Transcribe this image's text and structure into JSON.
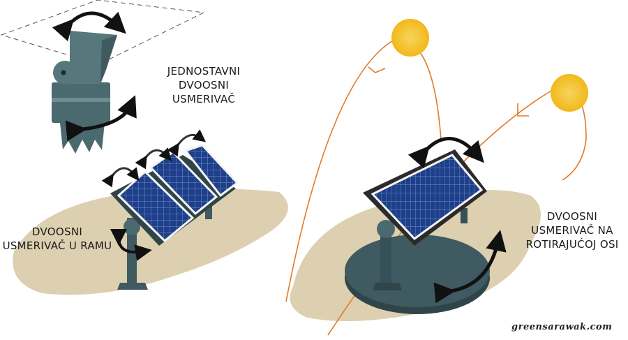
{
  "diagram": {
    "subject": "Dual-axis solar trackers",
    "labels": {
      "simple_tracker": [
        "JEDNOSTAVNI",
        "DVOOSNI",
        "USMERIVAČ"
      ],
      "frame_tracker": [
        "DVOOSNI",
        "USMERIVAČ U RAMU"
      ],
      "rotating_axis_tracker": [
        "DVOOSNI",
        "USMERIVAČ NA",
        "ROTIRAJUĆOJ OSI"
      ]
    },
    "watermark": "greensarawak.com",
    "colors": {
      "ground": "#ddd0b0",
      "metal": "#3f5a60",
      "metal_dark": "#2f4549",
      "panel_blue": "#1e3f8a",
      "panel_frame": "#2b2b2b",
      "sun": "#f5c22a",
      "sun_path": "#e07a2a",
      "arrow": "#111111"
    }
  }
}
